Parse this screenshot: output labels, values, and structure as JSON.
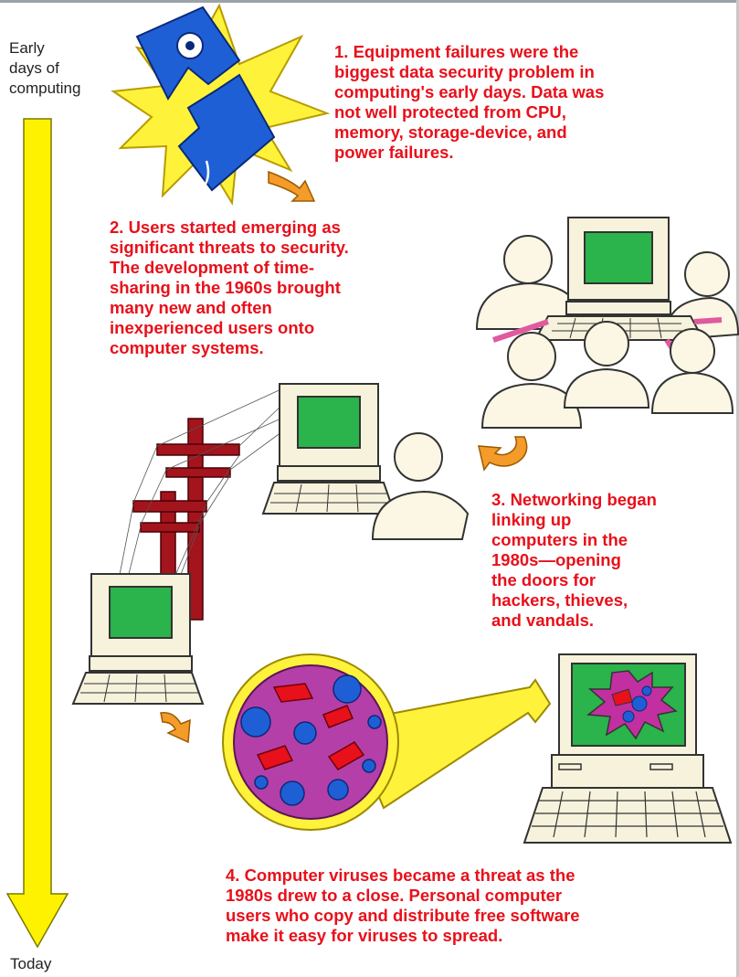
{
  "timeline": {
    "start_label": "Early\ndays of\ncomputing",
    "end_label": "Today",
    "arrow_color": "#fff200",
    "arrow_stroke": "#7a7a00"
  },
  "stages": [
    {
      "number": "1.",
      "text": "1. Equipment failures were the\n   biggest data security problem in\n   computing's early days. Data was\n   not well protected from CPU,\n   memory, storage-device, and\n   power failures."
    },
    {
      "number": "2.",
      "text": "2. Users started emerging as\n   significant threats to security.\n   The development of time-\n   sharing in the 1960s brought\n   many new and often\n   inexperienced users onto\n   computer systems."
    },
    {
      "number": "3.",
      "text": "3. Networking began\n   linking up\n   computers in the\n   1980s—opening\n   the doors for\n   hackers, thieves,\n   and vandals."
    },
    {
      "number": "4.",
      "text": "4. Computer viruses became a threat as the\n   1980s drew to a close. Personal computer\n   users who copy and distribute free software\n   make it easy for viruses to spread."
    }
  ],
  "colors": {
    "caption_red": "#e8101a",
    "disk_blue": "#1f5fd6",
    "explosion_yellow": "#fff23a",
    "curve_arrow_orange": "#f49b2a",
    "screen_green": "#22b24a",
    "pole_red": "#a3141c",
    "virus_purple": "#b43fa8"
  },
  "icons": [
    "broken-disk-icon",
    "timesharing-users-icon",
    "network-computers-icon",
    "virus-magnifier-icon",
    "curved-arrow-icon"
  ]
}
